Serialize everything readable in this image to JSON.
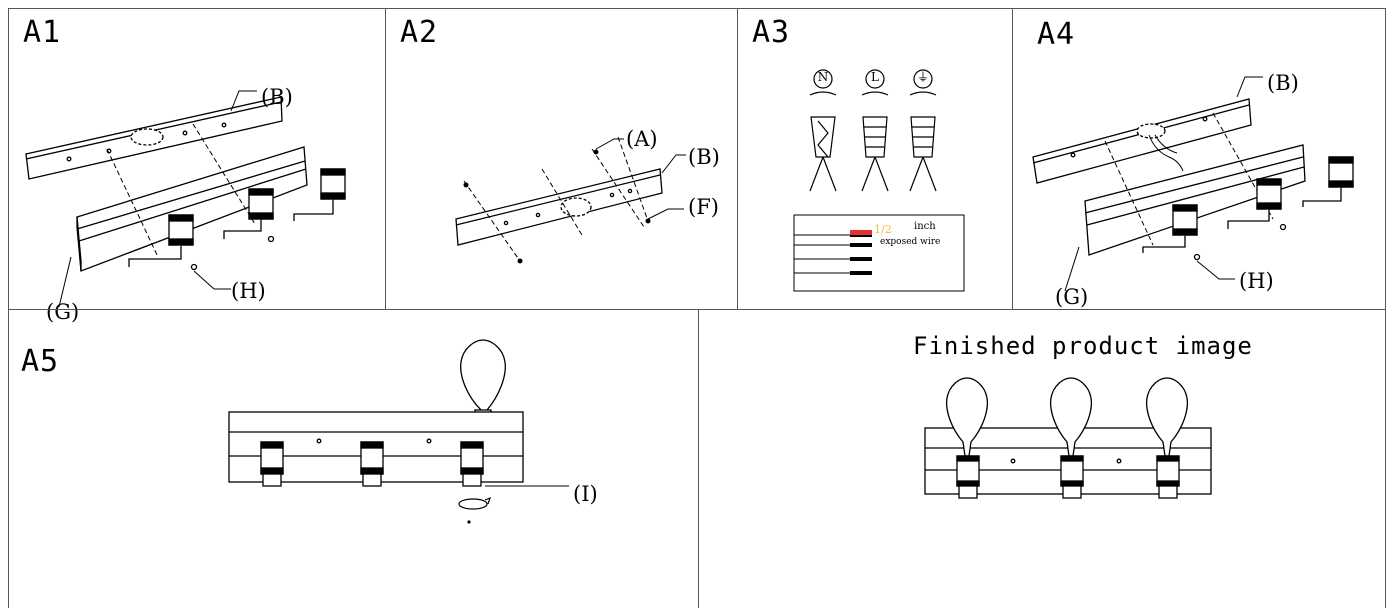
{
  "panels": {
    "a1": {
      "title": "A1",
      "labels": {
        "b": "(B)",
        "g": "(G)",
        "h": "(H)"
      }
    },
    "a2": {
      "title": "A2",
      "labels": {
        "a": "(A)",
        "b": "(B)",
        "f": "(F)"
      }
    },
    "a3": {
      "title": "A3",
      "wire_symbols": {
        "n": "N",
        "l": "L",
        "ground": "⏚"
      },
      "strip_value": "1/2",
      "strip_unit": "inch",
      "strip_caption": "exposed wire"
    },
    "a4": {
      "title": "A4",
      "labels": {
        "b": "(B)",
        "g": "(G)",
        "h": "(H)"
      }
    },
    "a5": {
      "title": "A5",
      "labels": {
        "i": "(I)"
      }
    },
    "finished": {
      "title": "Finished product image"
    }
  }
}
